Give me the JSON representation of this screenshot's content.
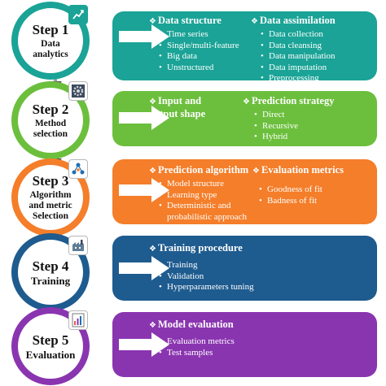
{
  "steps": [
    {
      "title": "Step 1",
      "subtitle_lines": [
        "Data",
        "analytics"
      ],
      "color": "#1aa396",
      "icon": "line-chart-icon",
      "panel": {
        "color": "#1aa396",
        "columns": [
          {
            "heading": "Data structure",
            "items": [
              "Time series",
              "Single/multi-feature",
              "Big data",
              "Unstructured"
            ]
          },
          {
            "heading": "Data assimilation",
            "items": [
              "Data collection",
              "Data cleansing",
              "Data manipulation",
              "Data imputation",
              "Preprocessing"
            ]
          }
        ]
      }
    },
    {
      "title": "Step 2",
      "subtitle_lines": [
        "Method",
        "selection"
      ],
      "color": "#6cbf3d",
      "icon": "gear-icon",
      "panel": {
        "color": "#6cbf3d",
        "columns": [
          {
            "heading_lines": [
              "Input and",
              "output shape"
            ],
            "items": []
          },
          {
            "heading": "Prediction strategy",
            "items": [
              "Direct",
              "Recursive",
              "Hybrid"
            ]
          }
        ]
      }
    },
    {
      "title": "Step 3",
      "subtitle_lines": [
        "Algorithm",
        "and metric",
        "Selection"
      ],
      "color": "#f47e2a",
      "icon": "network-icon",
      "panel": {
        "color": "#f47e2a",
        "columns": [
          {
            "heading": "Prediction algorithm",
            "items": [
              "Model structure",
              "Learning type",
              "Deterministic and probabilistic approach"
            ]
          },
          {
            "heading": "Evaluation metrics",
            "items": [
              "Goodness of fit",
              "Badness of fit"
            ]
          }
        ]
      }
    },
    {
      "title": "Step 4",
      "subtitle_lines": [
        "Training"
      ],
      "color": "#1e5b8f",
      "icon": "factory-icon",
      "panel": {
        "color": "#1e5b8f",
        "columns": [
          {
            "heading": "Training procedure",
            "items": [
              "Training",
              "Validation",
              "Hyperparameters tuning"
            ]
          }
        ]
      }
    },
    {
      "title": "Step 5",
      "subtitle_lines": [
        "Evaluation"
      ],
      "color": "#8a35b0",
      "icon": "chart-doc-icon",
      "panel": {
        "color": "#8a35b0",
        "columns": [
          {
            "heading": "Model evaluation",
            "items": [
              "Evaluation metrics",
              "Test samples"
            ]
          }
        ]
      }
    }
  ]
}
